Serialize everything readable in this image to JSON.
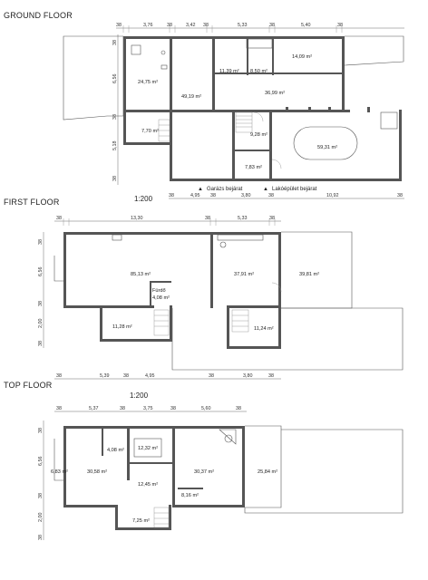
{
  "floors": {
    "ground": {
      "title": "GROUND FLOOR",
      "top_dims": [
        "38",
        "3,76",
        "38",
        "3,42",
        "38",
        "5,33",
        "38",
        "5,40",
        "38"
      ],
      "bottom_dims": [
        "38",
        "4,95",
        "38",
        "3,80",
        "38",
        "10,92",
        "38"
      ],
      "left_dims": [
        "38",
        "6,56",
        "38",
        "5,18",
        "38"
      ],
      "rooms": [
        "24,75 m²",
        "49,19 m²",
        "11,39 m²",
        "8,50 m²",
        "14,09 m²",
        "36,99 m²",
        "7,70 m²",
        "9,28 m²",
        "59,31 m²",
        "7,83 m²"
      ],
      "entrances": [
        "Garázs bejárat",
        "Lakóépület bejárat"
      ]
    },
    "first": {
      "title": "FIRST FLOOR",
      "scale": "1:200",
      "top_dims": [
        "38",
        "13,30",
        "38",
        "5,33",
        "38"
      ],
      "bottom_dims": [
        "38",
        "5,39",
        "38",
        "4,95",
        "38",
        "3,80",
        "38"
      ],
      "left_dims": [
        "38",
        "6,56",
        "38",
        "2,00",
        "38"
      ],
      "rooms": [
        "85,13 m²",
        "37,91 m²",
        "39,81 m²",
        "4,08 m²",
        "11,28 m²",
        "11,24 m²"
      ],
      "room_label": "Fürdő"
    },
    "top": {
      "title": "TOP FLOOR",
      "scale": "1:200",
      "top_dims": [
        "38",
        "5,37",
        "38",
        "3,75",
        "38",
        "5,60",
        "38"
      ],
      "left_dims": [
        "38",
        "6,56",
        "38",
        "2,00",
        "38"
      ],
      "rooms": [
        "6,83 m²",
        "30,58 m²",
        "4,08 m²",
        "12,32 m²",
        "12,45 m²",
        "30,37 m²",
        "25,84 m²",
        "8,16 m²",
        "7,25 m²"
      ]
    }
  }
}
